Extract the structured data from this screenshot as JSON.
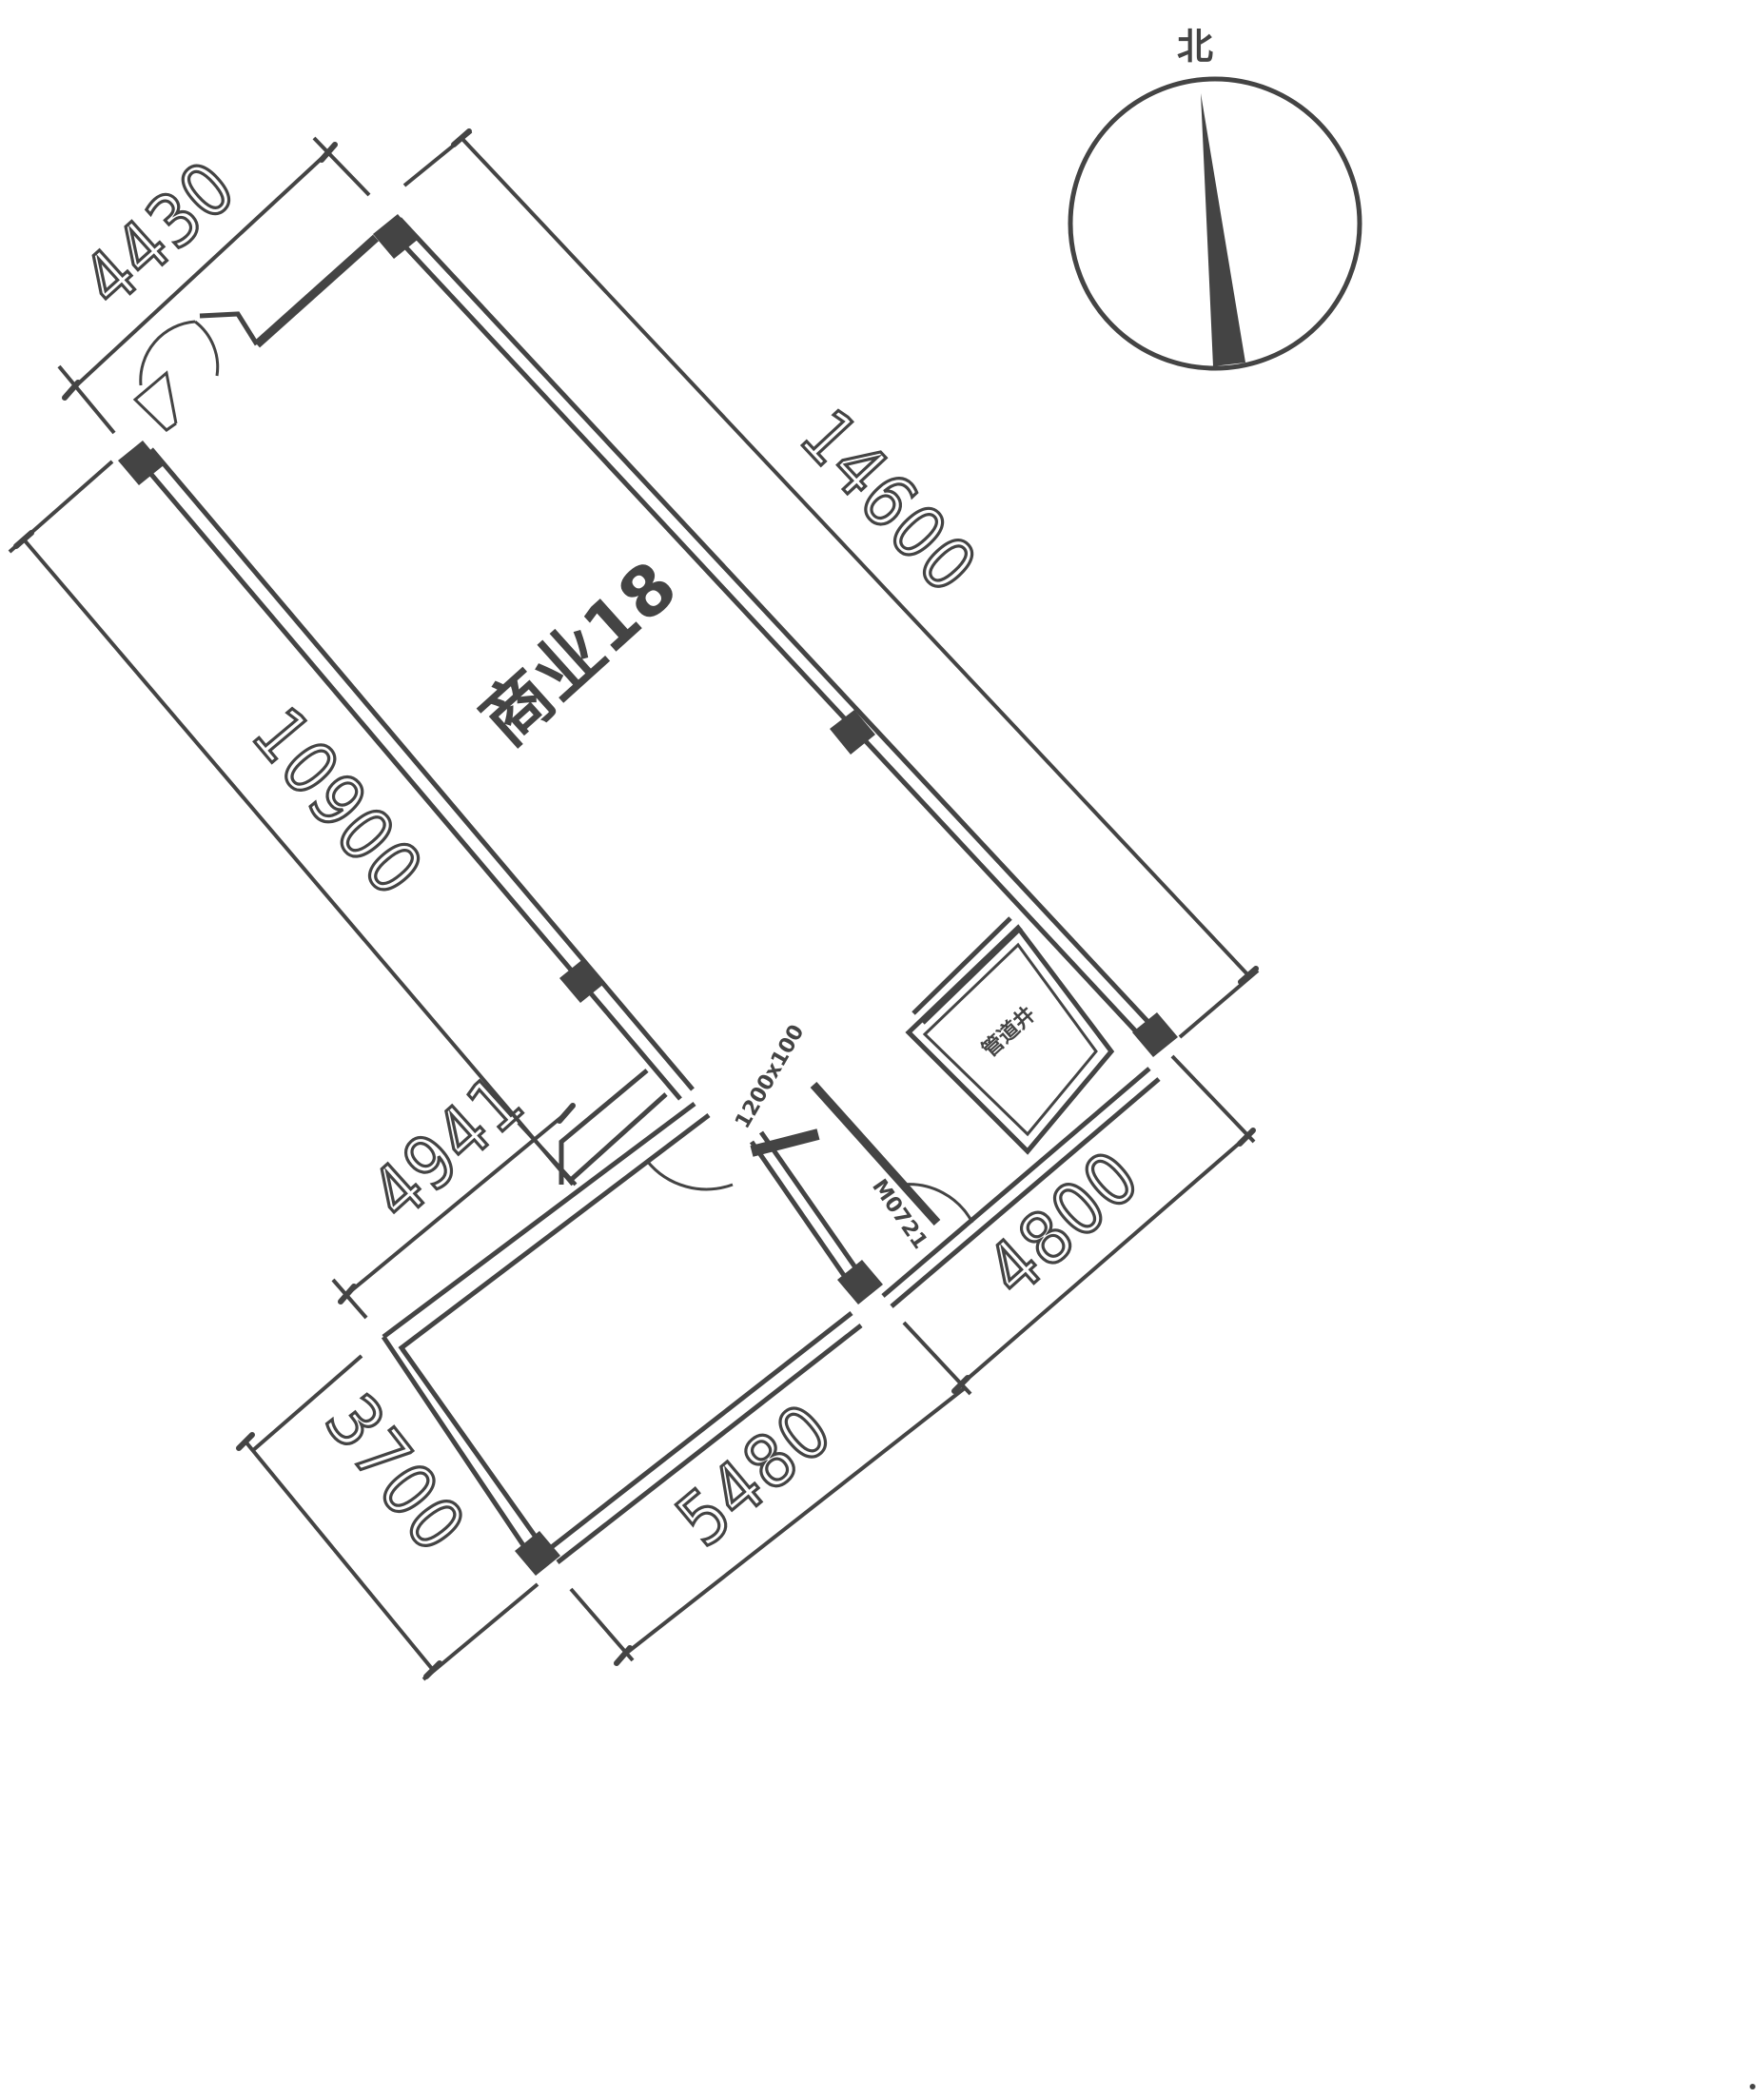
{
  "compass": {
    "north_label": "北"
  },
  "room": {
    "name": "商业18"
  },
  "aux": {
    "room_label": "管道井",
    "door_label": "M0721",
    "opening_label": "1200x100"
  },
  "dimensions": {
    "d4430": "4430",
    "d14600": "14600",
    "d10900": "10900",
    "d4941": "4941",
    "d4800": "4800",
    "d5480": "5480",
    "d3700": "3700"
  },
  "colors": {
    "line": "#444444",
    "background": "#ffffff"
  }
}
